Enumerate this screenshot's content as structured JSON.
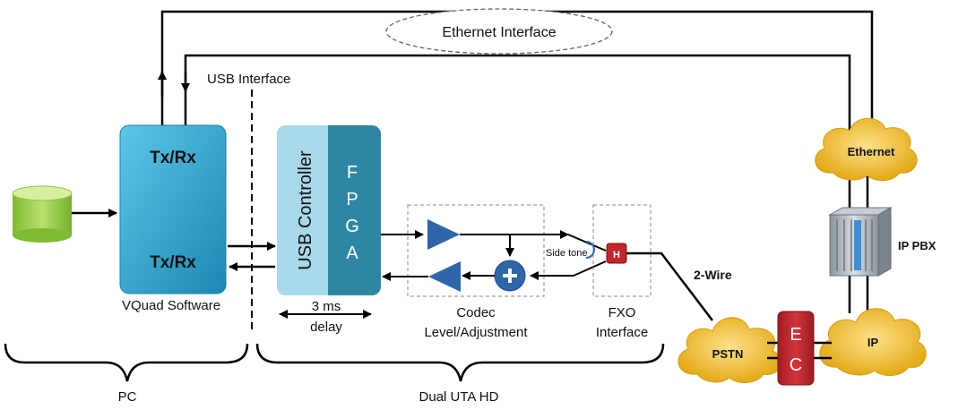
{
  "labels": {
    "ethernet_interface": "Ethernet Interface",
    "usb_interface": "USB Interface",
    "txrx_top": "Tx/Rx",
    "txrx_bottom": "Tx/Rx",
    "vquad_software": "VQuad Software",
    "usb_controller": "USB Controller",
    "fpga_letters": [
      "F",
      "P",
      "G",
      "A"
    ],
    "delay_line1": "3 ms",
    "delay_line2": "delay",
    "codec_line1": "Codec",
    "codec_line2": "Level/Adjustment",
    "side_tone": "Side tone",
    "hybrid": "H",
    "fxo_line1": "FXO",
    "fxo_line2": "Interface",
    "two_wire": "2-Wire",
    "ethernet": "Ethernet",
    "ip_pbx": "IP PBX",
    "pstn": "PSTN",
    "ip": "IP",
    "ec_e": "E",
    "ec_c": "C",
    "pc": "PC",
    "dual_uta_hd": "Dual UTA HD"
  },
  "colors": {
    "vquad_fill": "#2aa5cf",
    "usb_controller_fill": "#a9d8ea",
    "fpga_fill": "#2e87a2",
    "cloud_fill": "#f2c230",
    "ec_fill": "#c0262c",
    "hybrid_fill": "#c0262c",
    "amp_fill": "#2f65a9",
    "database_fill": "#9bcf4a",
    "line": "#000000"
  }
}
